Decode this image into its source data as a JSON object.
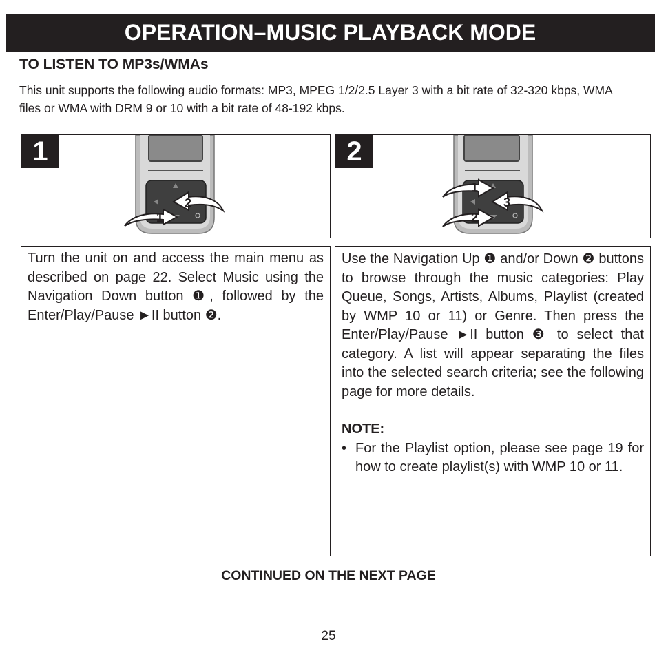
{
  "header": {
    "title": "OPERATION–MUSIC PLAYBACK MODE"
  },
  "section": {
    "heading": "TO LISTEN TO MP3s/WMAs",
    "intro": "This unit supports the following audio formats: MP3, MPEG 1/2/2.5 Layer 3 with a bit rate of 32-320 kbps, WMA files or WMA with DRM 9 or 10 with a bit rate of 48-192 kbps."
  },
  "steps": [
    {
      "number": "1",
      "callouts": [
        "1",
        "2"
      ],
      "text": "Turn the unit on and access the main menu as described on page 22. Select Music using the Navigation Down button ❶, followed by the Enter/Play/Pause ►II button ❷."
    },
    {
      "number": "2",
      "callouts": [
        "1",
        "2",
        "3"
      ],
      "text": "Use the Navigation Up ❶ and/or Down ❷ buttons to browse through the music categories: Play Queue, Songs, Artists, Albums, Playlist (created by WMP 10 or 11) or Genre. Then press the Enter/Play/Pause ►II button ❸ to select that category. A list will appear separating the files into the selected search criteria; see the following page for more details.",
      "note_heading": "NOTE:",
      "note_bullet": "•",
      "note_item": "For the Playlist option, please see page 19 for how to create playlist(s) with WMP 10 or 11."
    }
  ],
  "footer": {
    "continued": "CONTINUED ON THE NEXT PAGE",
    "page_number": "25"
  }
}
